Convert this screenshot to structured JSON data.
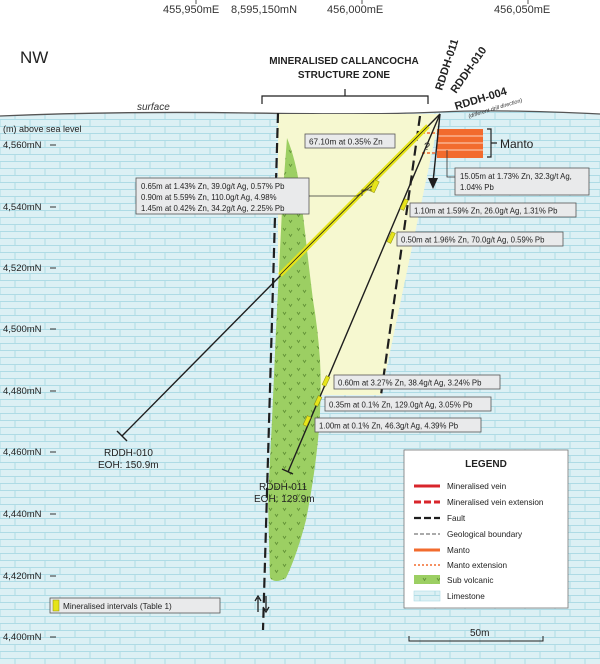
{
  "header": {
    "easting_labels": [
      "455,950mE",
      "8,595,150mN",
      "456,000mE",
      "456,050mE"
    ],
    "direction": "NW"
  },
  "zone": {
    "title_line1": "MINERALISED CALLANCOCHA",
    "title_line2": "STRUCTURE ZONE"
  },
  "surface_label": "surface",
  "axis": {
    "title": "(m) above sea level",
    "ticks": [
      "4,560mN",
      "4,540mN",
      "4,520mN",
      "4,500mN",
      "4,480mN",
      "4,460mN",
      "4,440mN",
      "4,420mN",
      "4,400mN"
    ]
  },
  "holes": {
    "rddh011": "RDDH-011",
    "rddh010": "RDDH-010",
    "rddh004": "RDDH-004",
    "rddh004_note": "(different drill direction)",
    "rddh010_end_name": "RDDH-010",
    "rddh010_eoh": "EOH: 150.9m",
    "rddh011_end_name": "RDDH-011",
    "rddh011_eoh": "EOH: 129.9m"
  },
  "manto_label": "Manto",
  "question_mark": "?",
  "intervals": {
    "box1": "67.10m at 0.35% Zn",
    "box2_lines": [
      "0.65m at 1.43% Zn, 39.0g/t Ag, 0.57% Pb",
      "0.90m at 5.59% Zn, 110.0g/t Ag, 4.98%",
      "1.45m at 0.42% Zn, 34.2g/t Ag, 2.25% Pb"
    ],
    "box3_lines": [
      "15.05m at 1.73% Zn, 32.3g/t Ag,",
      "1.04% Pb"
    ],
    "box4": "1.10m at 1.59% Zn, 26.0g/t Ag, 1.31% Pb",
    "box5": "0.50m at 1.96% Zn, 70.0g/t Ag, 0.59% Pb",
    "box6": "0.60m at 3.27% Zn, 38.4g/t Ag, 3.24% Pb",
    "box7": "0.35m at 0.1% Zn, 129.0g/t Ag, 3.05% Pb",
    "box8": "1.00m at 0.1% Zn, 46.3g/t Ag, 4.39% Pb"
  },
  "mineralised_intervals_label": "Mineralised intervals (Table 1)",
  "legend": {
    "title": "LEGEND",
    "items": [
      "Mineralised vein",
      "Mineralised vein extension",
      "Fault",
      "Geological boundary",
      "Manto",
      "Manto extension",
      "Sub volcanic",
      "Limestone"
    ]
  },
  "scale_bar": "50m",
  "colors": {
    "limestone": "#dcf0f4",
    "brick_line": "#aedbe5",
    "zone_fill": "#f6f8d0",
    "subvolcanic": "#9ccf63",
    "vein": "#d8252b",
    "manto": "#f26b2e",
    "interval": "#e6e41a"
  }
}
